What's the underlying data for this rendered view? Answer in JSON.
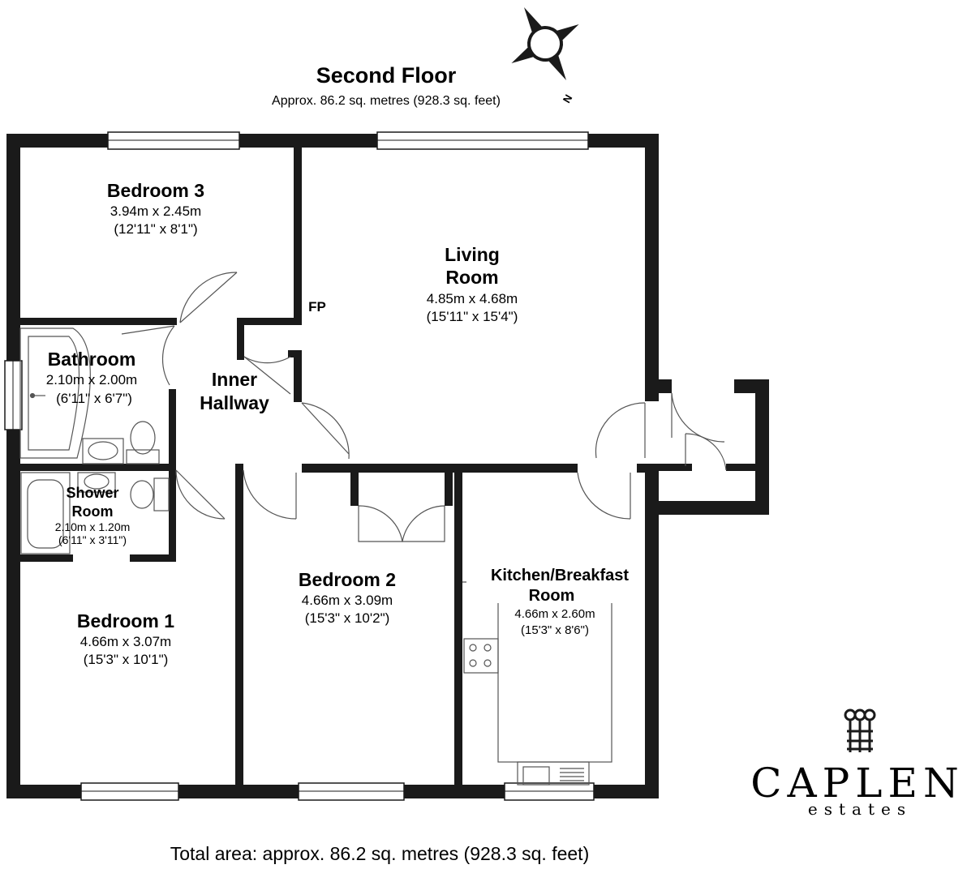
{
  "floor": {
    "title": "Second Floor",
    "area": "Approx. 86.2 sq. metres (928.3 sq. feet)"
  },
  "compass": {
    "north_label": "N"
  },
  "rooms": {
    "bedroom3": {
      "name": "Bedroom 3",
      "metric": "3.94m x 2.45m",
      "imperial": "(12'11\" x 8'1\")"
    },
    "living": {
      "name_line1": "Living",
      "name_line2": "Room",
      "metric": "4.85m x 4.68m",
      "imperial": "(15'11\" x 15'4\")"
    },
    "bathroom": {
      "name": "Bathroom",
      "metric": "2.10m x 2.00m",
      "imperial": "(6'11\" x 6'7\")"
    },
    "hallway": {
      "name_line1": "Inner",
      "name_line2": "Hallway"
    },
    "shower": {
      "name_line1": "Shower",
      "name_line2": "Room",
      "metric": "2.10m x 1.20m",
      "imperial": "(6'11\" x 3'11\")"
    },
    "bedroom1": {
      "name": "Bedroom 1",
      "metric": "4.66m x 3.07m",
      "imperial": "(15'3\" x 10'1\")"
    },
    "bedroom2": {
      "name": "Bedroom 2",
      "metric": "4.66m x 3.09m",
      "imperial": "(15'3\" x 10'2\")"
    },
    "kitchen": {
      "name_line1": "Kitchen/Breakfast",
      "name_line2": "Room",
      "metric": "4.66m x 2.60m",
      "imperial": "(15'3\" x 8'6\")"
    }
  },
  "fireplace_label": "FP",
  "total": "Total area: approx. 86.2 sq. metres (928.3 sq. feet)",
  "brand": {
    "name": "CAPLEN",
    "tagline": "estates"
  },
  "colors": {
    "wall": "#1a1a1a",
    "fixture": "#555555",
    "background": "#ffffff"
  }
}
